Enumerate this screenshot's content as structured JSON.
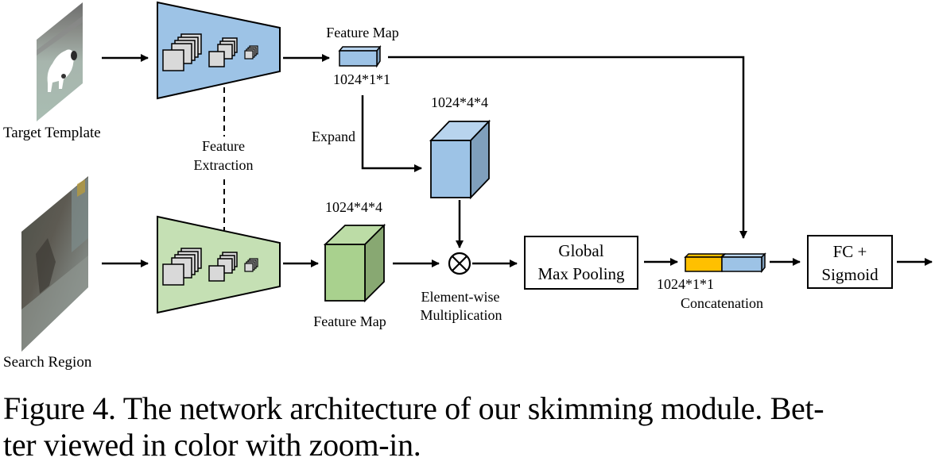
{
  "colors": {
    "template_branch": "#9dc3e6",
    "template_branch_side": "#7f9fbc",
    "template_branch_top": "#b8d4ee",
    "search_branch": "#c5e0b4",
    "search_cube": "#a9d18e",
    "search_cube_side": "#88a872",
    "search_cube_top": "#bcdca6",
    "concat_orange": "#ffc000",
    "layer_gray": "#d9d9d9"
  },
  "inputs": {
    "target_template": "Target Template",
    "search_region": "Search Region"
  },
  "labels": {
    "feature_extraction_1": "Feature",
    "feature_extraction_2": "Extraction",
    "feature_map_top": "Feature Map",
    "dim_top_vector": "1024*1*1",
    "expand": "Expand",
    "dim_expanded": "1024*4*4",
    "dim_search_map": "1024*4*4",
    "feature_map_bottom": "Feature Map",
    "elementwise_1": "Element-wise",
    "elementwise_2": "Multiplication",
    "dim_pooled": "1024*1*1",
    "concatenation": "Concatenation"
  },
  "boxes": {
    "global_max_pooling_1": "Global",
    "global_max_pooling_2": "Max Pooling",
    "fc_sigmoid_1": "FC +",
    "fc_sigmoid_2": "Sigmoid"
  },
  "operators": {
    "multiply_symbol": "element-wise-multiply"
  },
  "caption": {
    "line1": "Figure 4. The network architecture of our skimming module. Bet-",
    "line2": "ter viewed in color with zoom-in."
  }
}
